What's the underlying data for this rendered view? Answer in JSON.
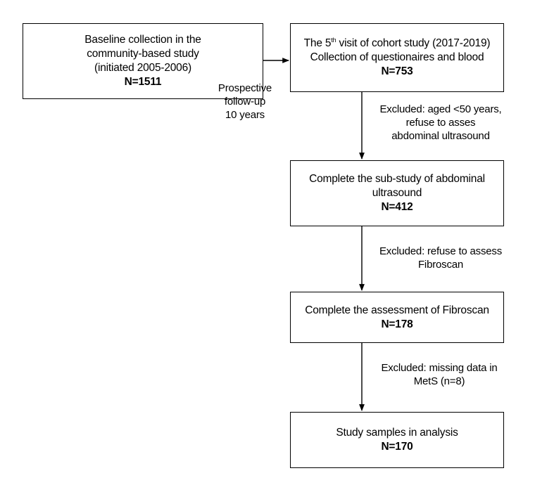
{
  "boxes": {
    "baseline": {
      "line1": "Baseline collection in the",
      "line2": "community-based study",
      "line3": "(initiated 2005-2006)",
      "n": "N=1511"
    },
    "visit5": {
      "prefix": "The 5",
      "sup": "th",
      "suffix": " visit of cohort study (2017-2019)",
      "line2": "Collection of questionaires and blood",
      "n": "N=753"
    },
    "ultrasound": {
      "line1": "Complete the sub-study of abdominal",
      "line2": "ultrasound",
      "n": "N=412"
    },
    "fibroscan": {
      "line1": "Complete the assessment of Fibroscan",
      "n": "N=178"
    },
    "analysis": {
      "line1": "Study samples in analysis",
      "n": "N=170"
    }
  },
  "notes": {
    "followup": {
      "line1": "Prospective",
      "line2": "follow-up",
      "line3": "10 years"
    },
    "excl1": {
      "line1": "Excluded: aged <50 years,",
      "line2": "refuse to asses",
      "line3": "abdominal ultrasound"
    },
    "excl2": {
      "line1": "Excluded: refuse to assess",
      "line2": "Fibroscan"
    },
    "excl3": {
      "line1": "Excluded: missing data in",
      "line2": "MetS (n=8)"
    }
  }
}
